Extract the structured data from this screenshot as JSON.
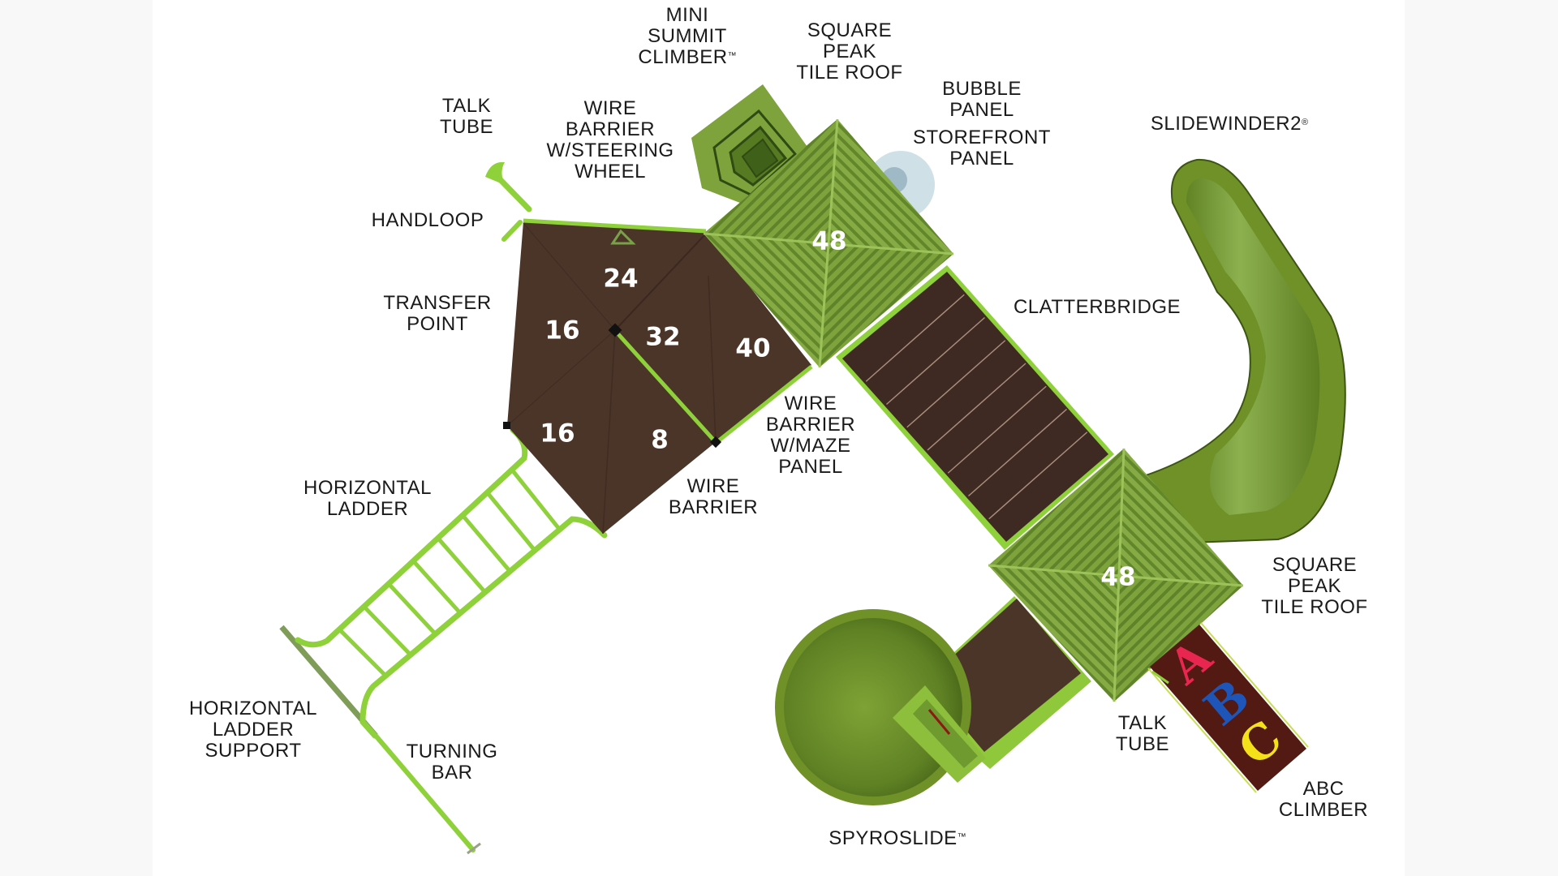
{
  "diagram": {
    "title": "Playground structure top-view component diagram",
    "colors": {
      "frame_background": "#f8f8f8",
      "canvas_background": "#ffffff",
      "deck_brown": "#4b3428",
      "roof_green": "#7ea33d",
      "rail_green": "#8fd13a",
      "slide_green": "#6f9128",
      "bubble_blue": "#cfe0e6",
      "abc_background": "#521a12",
      "abc_a": "#e8264f",
      "abc_b": "#1e55b8",
      "abc_c": "#f5e11a",
      "label_text": "#1a1a1a",
      "number_text": "#ffffff"
    },
    "components": [
      {
        "id": "mini-summit-climber",
        "lines": [
          "MINI",
          "SUMMIT",
          "CLIMBER"
        ],
        "mark": "™"
      },
      {
        "id": "square-peak-tile-roof-top",
        "lines": [
          "SQUARE",
          "PEAK",
          "TILE ROOF"
        ]
      },
      {
        "id": "bubble-panel",
        "lines": [
          "BUBBLE",
          "PANEL"
        ]
      },
      {
        "id": "storefront-panel",
        "lines": [
          "STOREFRONT",
          "PANEL"
        ]
      },
      {
        "id": "slidewinder2",
        "lines": [
          "SLIDEWINDER2"
        ],
        "mark": "®"
      },
      {
        "id": "talk-tube-top",
        "lines": [
          "TALK",
          "TUBE"
        ]
      },
      {
        "id": "wire-barrier-steering-wheel",
        "lines": [
          "WIRE",
          "BARRIER",
          "W/STEERING",
          "WHEEL"
        ]
      },
      {
        "id": "handloop",
        "lines": [
          "HANDLOOP"
        ]
      },
      {
        "id": "transfer-point",
        "lines": [
          "TRANSFER",
          "POINT"
        ]
      },
      {
        "id": "clatterbridge",
        "lines": [
          "CLATTERBRIDGE"
        ]
      },
      {
        "id": "wire-barrier-maze-panel",
        "lines": [
          "WIRE",
          "BARRIER",
          "W/MAZE",
          "PANEL"
        ]
      },
      {
        "id": "horizontal-ladder",
        "lines": [
          "HORIZONTAL",
          "LADDER"
        ]
      },
      {
        "id": "wire-barrier",
        "lines": [
          "WIRE",
          "BARRIER"
        ]
      },
      {
        "id": "square-peak-tile-roof-lower",
        "lines": [
          "SQUARE",
          "PEAK",
          "TILE ROOF"
        ]
      },
      {
        "id": "horizontal-ladder-support",
        "lines": [
          "HORIZONTAL",
          "LADDER",
          "SUPPORT"
        ]
      },
      {
        "id": "turning-bar",
        "lines": [
          "TURNING",
          "BAR"
        ]
      },
      {
        "id": "talk-tube-lower",
        "lines": [
          "TALK",
          "TUBE"
        ]
      },
      {
        "id": "abc-climber",
        "lines": [
          "ABC",
          "CLIMBER"
        ]
      },
      {
        "id": "spyroslide",
        "lines": [
          "SPYROSLIDE"
        ],
        "mark": "™"
      }
    ],
    "deck_heights": [
      "24",
      "16",
      "32",
      "40",
      "16",
      "8",
      "48",
      "48"
    ],
    "abc_letters": [
      "A",
      "B",
      "C"
    ]
  }
}
